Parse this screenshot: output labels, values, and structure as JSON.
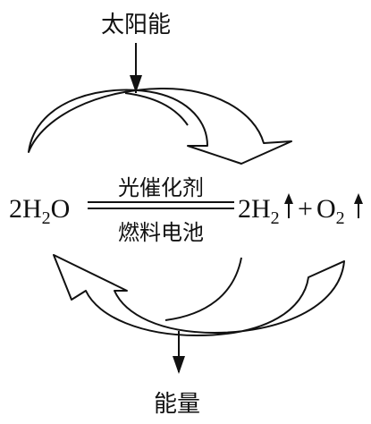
{
  "diagram": {
    "input_label": "太阳能",
    "output_label": "能量",
    "reaction": {
      "reactant": {
        "coef": "2",
        "pre": "H",
        "sub": "2",
        "post": "O"
      },
      "product_h2": {
        "coef": "2",
        "pre": "H",
        "sub": "2"
      },
      "plus": "+",
      "product_o2": {
        "pre": "O",
        "sub": "2"
      },
      "condition_forward": "光催化剂",
      "condition_reverse": "燃料电池"
    }
  }
}
